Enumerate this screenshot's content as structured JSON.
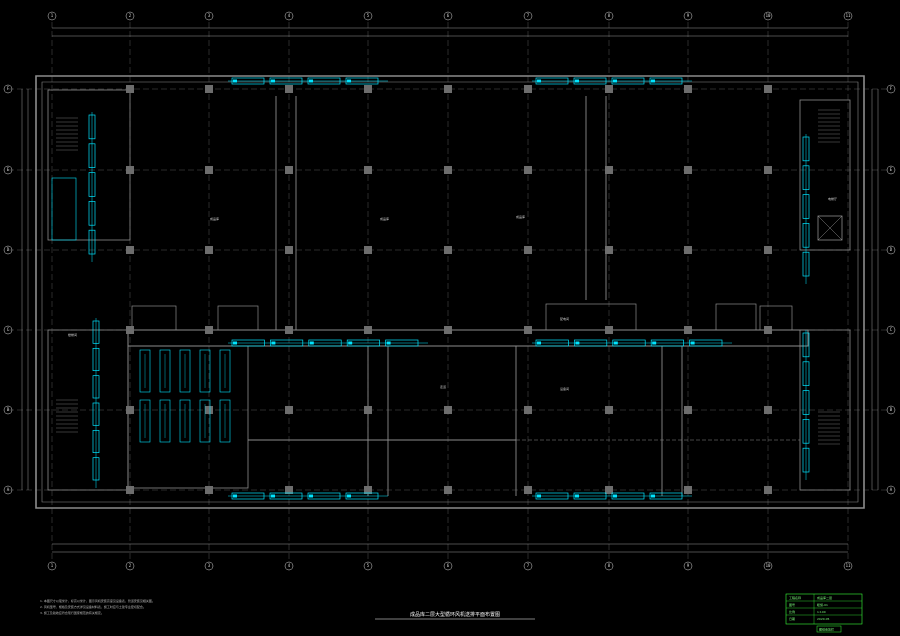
{
  "drawing": {
    "title": "成品库二层大型循环风机送排平面布置图",
    "notes": [
      "1. 本图尺寸以毫米计，标高以米计，图示风机安装高度见设备表，管道安装见相关图。",
      "2. 风机型号、规格及安装方式详见设备材料表，施工时应与土建专业密切配合。",
      "3. 施工及验收应符合现行国家规范的有关规定。"
    ],
    "room_labels": [
      "成品库",
      "成品库",
      "成品库",
      "配电间",
      "楼梯间",
      "电梯厅",
      "走道",
      "设备间"
    ],
    "title_block": {
      "rows": [
        [
          "工程名称",
          "成品库二层"
        ],
        [
          "图号",
          "暖施-01"
        ],
        [
          "比例",
          "1:100"
        ],
        [
          "日期",
          "2020.05"
        ]
      ],
      "stamp": "图纸会签栏"
    }
  },
  "colors": {
    "background": "#000000",
    "walls": "#8c8c8c",
    "grid_lines": "#7a7a7a",
    "equipment": "#00e5ff",
    "title_block": "#39ff39",
    "text": "#d8d8d8"
  }
}
